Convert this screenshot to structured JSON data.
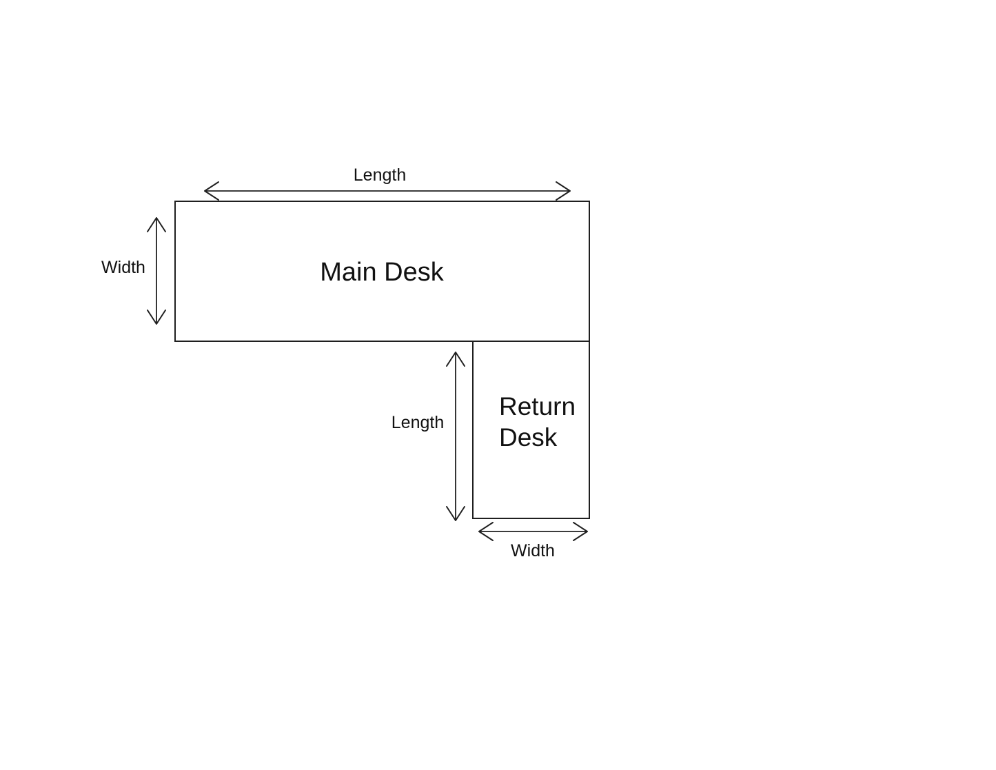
{
  "colors": {
    "background": "#ffffff",
    "line": "#1f1f1f",
    "text": "#111111"
  },
  "diagram": {
    "main_desk": {
      "label": "Main Desk",
      "length_label": "Length",
      "width_label": "Width"
    },
    "return_desk": {
      "label_line1": "Return",
      "label_line2": "Desk",
      "length_label": "Length",
      "width_label": "Width"
    }
  }
}
